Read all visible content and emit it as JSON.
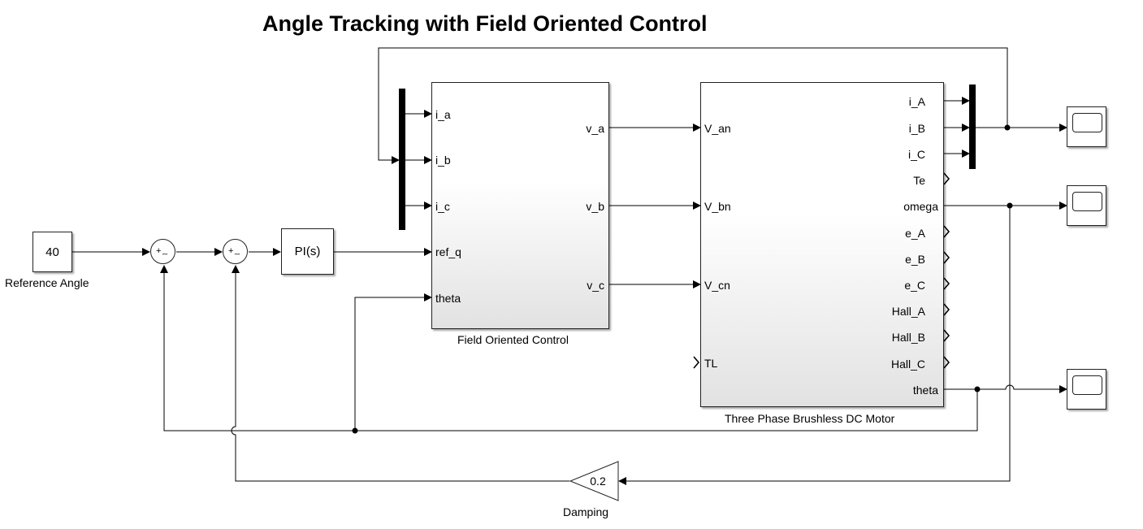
{
  "title": "Angle Tracking with Field Oriented Control",
  "constant": {
    "value": "40",
    "label": "Reference Angle"
  },
  "sum1": {
    "plus": "+",
    "minus": "_"
  },
  "sum2": {
    "plus": "+",
    "minus": "_"
  },
  "pi_block": {
    "label": "PI(s)"
  },
  "foc": {
    "name": "Field Oriented Control",
    "inputs": [
      "i_a",
      "i_b",
      "i_c",
      "ref_q",
      "theta"
    ],
    "outputs": [
      "v_a",
      "v_b",
      "v_c"
    ]
  },
  "motor": {
    "name": "Three Phase Brushless DC Motor",
    "inputs": [
      "V_an",
      "V_bn",
      "V_cn",
      "TL"
    ],
    "outputs": [
      "i_A",
      "i_B",
      "i_C",
      "Te",
      "omega",
      "e_A",
      "e_B",
      "e_C",
      "Hall_A",
      "Hall_B",
      "Hall_C",
      "theta"
    ]
  },
  "gain": {
    "value": "0.2",
    "label": "Damping"
  },
  "scopes": [
    "scope-currents",
    "scope-omega",
    "scope-theta"
  ]
}
